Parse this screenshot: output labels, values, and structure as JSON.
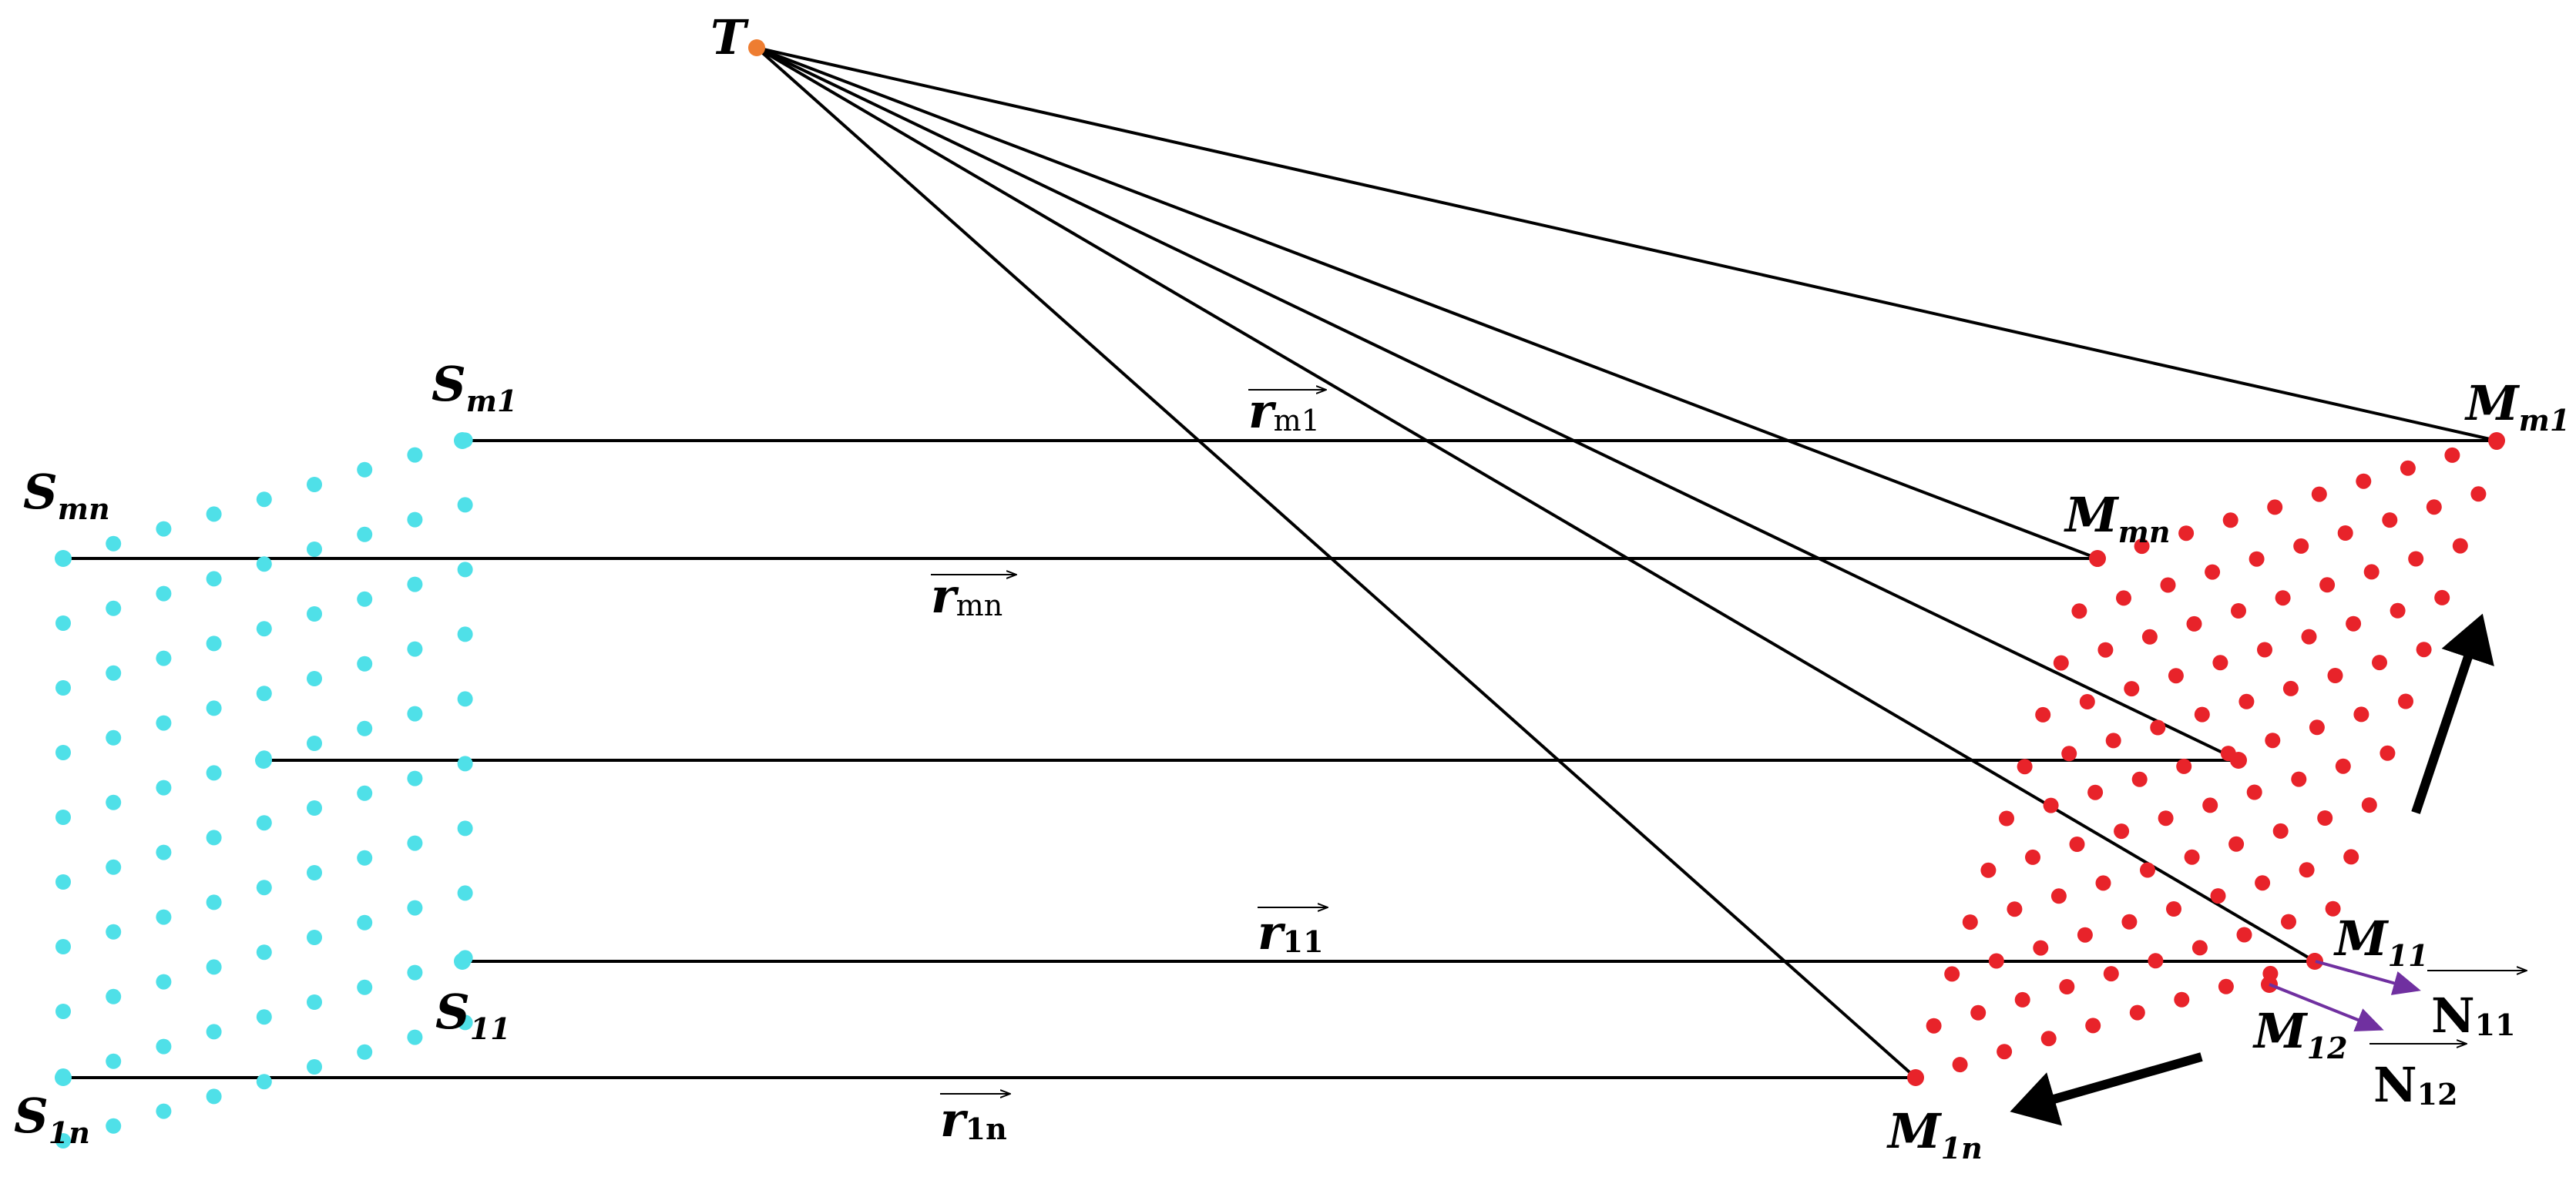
{
  "points": {
    "T": {
      "base": "T",
      "sub": ""
    },
    "S_m1": {
      "base": "S",
      "sub": "m1"
    },
    "S_mn": {
      "base": "S",
      "sub": "mn"
    },
    "S_11": {
      "base": "S",
      "sub": "11"
    },
    "S_1n": {
      "base": "S",
      "sub": "1n"
    },
    "M_m1": {
      "base": "M",
      "sub": "m1"
    },
    "M_mn": {
      "base": "M",
      "sub": "mn"
    },
    "M_11": {
      "base": "M",
      "sub": "11"
    },
    "M_12": {
      "base": "M",
      "sub": "12"
    },
    "M_1n": {
      "base": "M",
      "sub": "1n"
    }
  },
  "vectors": {
    "r_m1": {
      "base": "r",
      "sub": "m1"
    },
    "r_mn": {
      "base": "r",
      "sub": "mn"
    },
    "r_11": {
      "base": "r",
      "sub": "11"
    },
    "r_1n": {
      "base": "r",
      "sub": "1n"
    },
    "N_11": {
      "base": "N",
      "sub": "11"
    },
    "N_12": {
      "base": "N",
      "sub": "12"
    }
  },
  "colors": {
    "source_points": "#4fe0e8",
    "measurement_points": "#e8232a",
    "target_point": "#ee7d31",
    "normal_arrow": "#7030a0",
    "lines": "#000000"
  }
}
